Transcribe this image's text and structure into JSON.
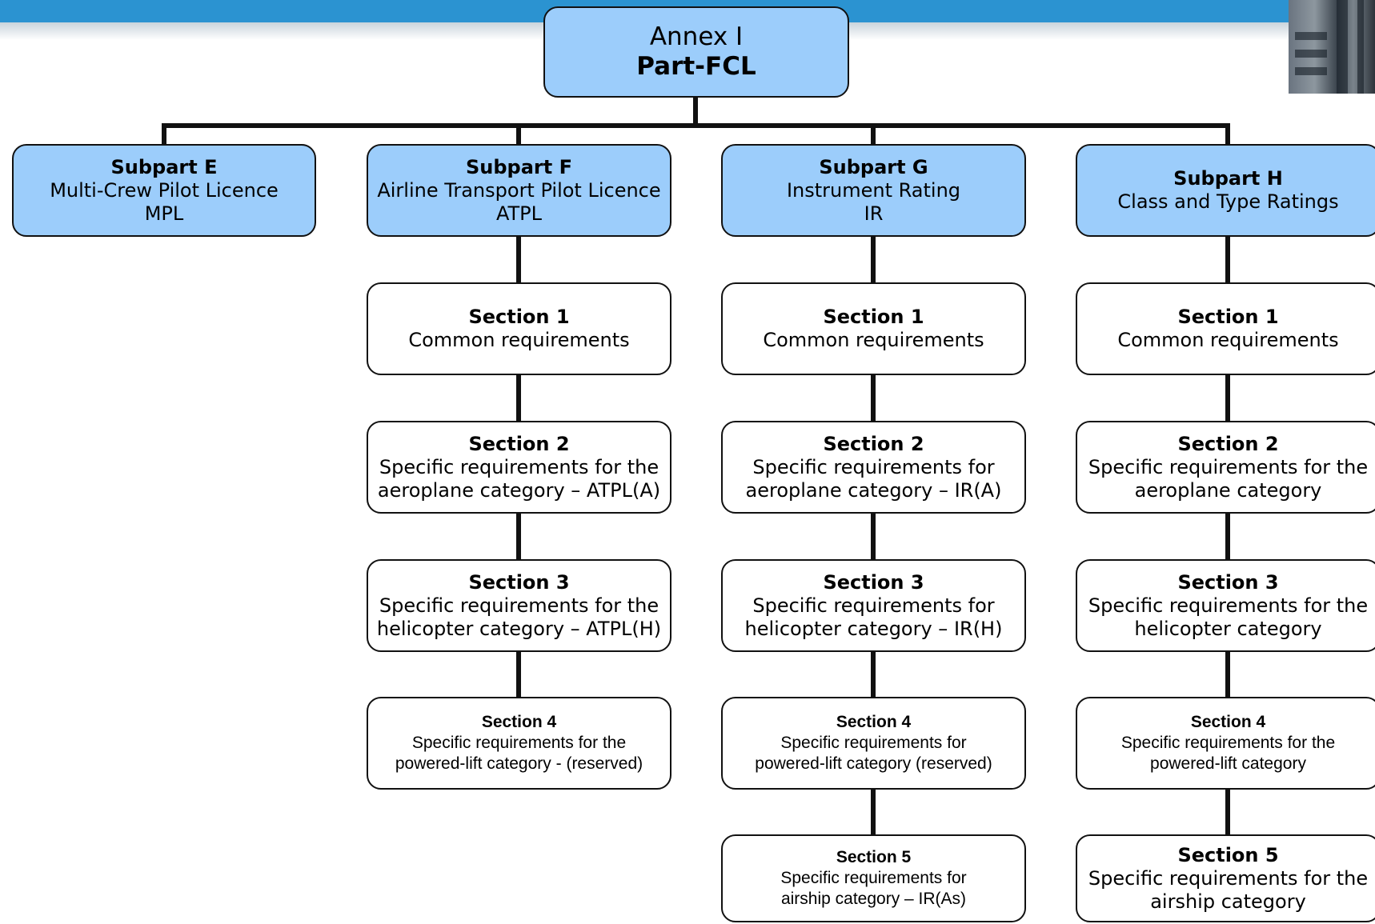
{
  "colors": {
    "header_band": "#2b93d1",
    "filled_box": "#9ccdfb",
    "outline": "#111111"
  },
  "root": {
    "line1": "Annex I",
    "line2": "Part-FCL"
  },
  "subparts": [
    {
      "title": "Subpart E",
      "lines": [
        "Multi-Crew Pilot Licence",
        "MPL"
      ],
      "sections": []
    },
    {
      "title": "Subpart F",
      "lines": [
        "Airline Transport Pilot Licence",
        "ATPL"
      ],
      "sections": [
        {
          "title": "Section 1",
          "lines": [
            "Common requirements"
          ]
        },
        {
          "title": "Section 2",
          "lines": [
            "Specific requirements for the",
            "aeroplane category – ATPL(A)"
          ]
        },
        {
          "title": "Section 3",
          "lines": [
            "Specific requirements for the",
            "helicopter category – ATPL(H)"
          ]
        },
        {
          "title": "Section 4",
          "lines": [
            "Specific requirements for the",
            "powered-lift category  - (reserved)"
          ]
        }
      ]
    },
    {
      "title": "Subpart G",
      "lines": [
        "Instrument Rating",
        "IR"
      ],
      "sections": [
        {
          "title": "Section 1",
          "lines": [
            "Common requirements"
          ]
        },
        {
          "title": "Section 2",
          "lines": [
            "Specific requirements for",
            "aeroplane category – IR(A)"
          ]
        },
        {
          "title": "Section 3",
          "lines": [
            "Specific requirements for",
            "helicopter category – IR(H)"
          ]
        },
        {
          "title": "Section 4",
          "lines": [
            "Specific requirements for",
            "powered-lift category (reserved)"
          ]
        },
        {
          "title": "Section 5",
          "lines": [
            "Specific requirements for",
            "airship category – IR(As)"
          ]
        }
      ]
    },
    {
      "title": "Subpart H",
      "lines": [
        "Class and Type Ratings"
      ],
      "sections": [
        {
          "title": "Section 1",
          "lines": [
            "Common requirements"
          ]
        },
        {
          "title": "Section 2",
          "lines": [
            "Specific requirements for the",
            "aeroplane category"
          ]
        },
        {
          "title": "Section 3",
          "lines": [
            "Specific requirements for the",
            "helicopter category"
          ]
        },
        {
          "title": "Section 4",
          "lines": [
            "Specific requirements for the",
            "powered-lift category"
          ]
        },
        {
          "title": "Section 5",
          "lines": [
            "Specific requirements for the",
            "airship category"
          ]
        }
      ]
    }
  ]
}
